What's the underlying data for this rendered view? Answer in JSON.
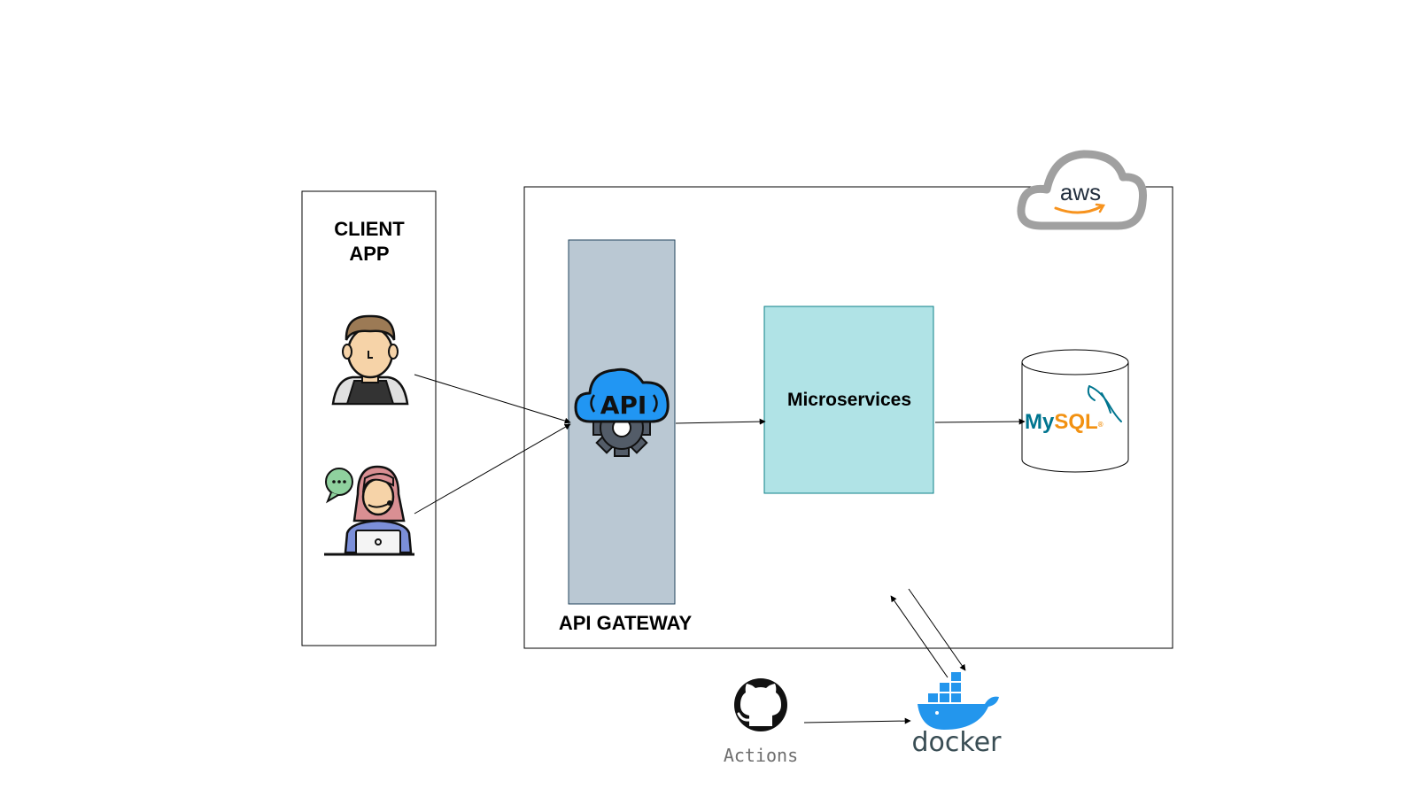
{
  "client": {
    "title_line1": "CLIENT",
    "title_line2": "APP"
  },
  "api": {
    "icon_text": "API"
  },
  "gateway": {
    "label": "API GATEWAY"
  },
  "microservices": {
    "label": "Microservices"
  },
  "aws": {
    "label": "aws"
  },
  "mysql": {
    "label_a": "My",
    "label_b": "SQL",
    "reg": "®"
  },
  "github": {
    "label": "Actions"
  },
  "docker": {
    "label": "docker"
  },
  "colors": {
    "gateway_fill": "#bac8d3",
    "gateway_stroke": "#23445d",
    "micro_fill": "#b0e3e6",
    "micro_stroke": "#0e8088",
    "api_cloud": "#2196f3",
    "gear": "#535c68",
    "aws_cloud": "#a0a0a0",
    "aws_orange": "#f7931e",
    "aws_text": "#232f3e",
    "mysql_blue": "#00758f",
    "mysql_orange": "#f29111",
    "docker_blue": "#2396ed"
  }
}
